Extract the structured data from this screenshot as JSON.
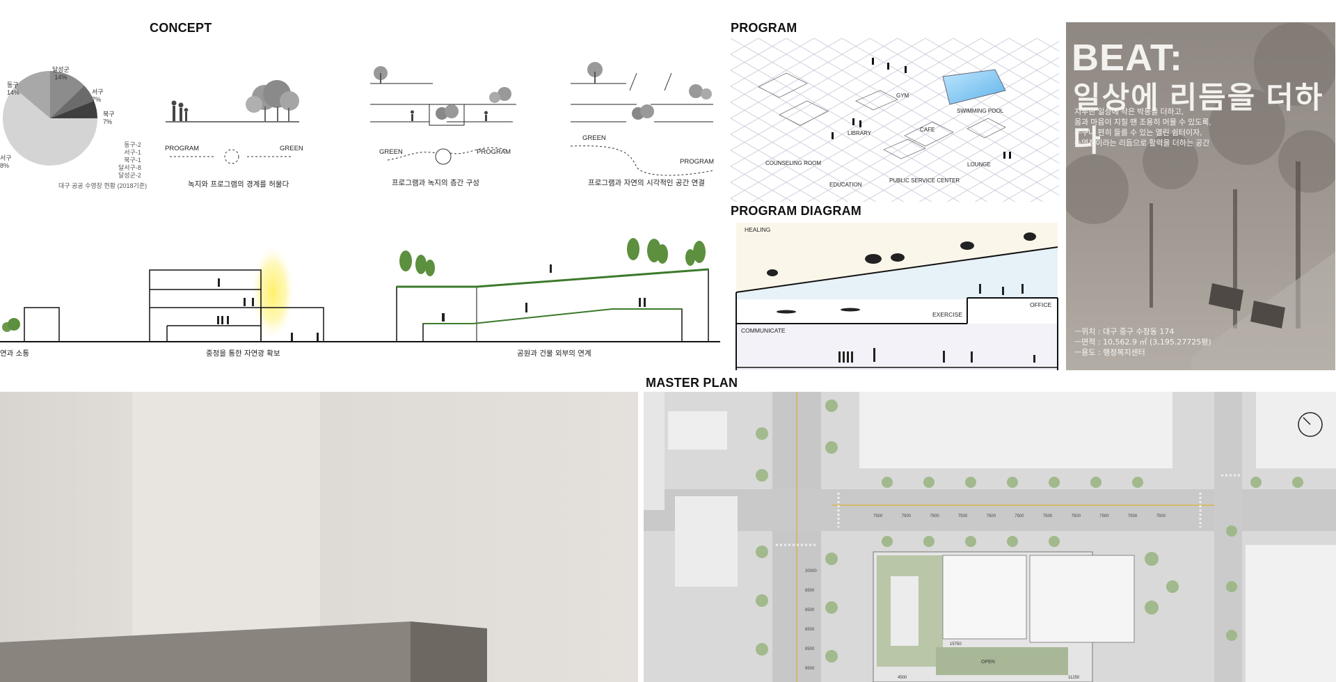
{
  "headings": {
    "concept": "CONCEPT",
    "program": "PROGRAM",
    "program_diagram": "PROGRAM DIAGRAM",
    "master_plan": "MASTER PLAN"
  },
  "pie": {
    "labels": [
      "달성군\n14%",
      "동구\n14%",
      "서구\n7%",
      "북구\n7%",
      "서구\n8%"
    ],
    "legend": [
      "동구-2",
      "서구-1",
      "북구-1",
      "달서구-8",
      "달성군-2"
    ],
    "source": "대구 공공 수영장 현황 (2018기준)",
    "colors": [
      "#8c8c8c",
      "#a8a8a8",
      "#6b6b6b",
      "#3f3f3f",
      "#d4d4d4"
    ]
  },
  "concept": {
    "d1": {
      "left": "PROGRAM",
      "right": "GREEN",
      "caption": "녹지와 프로그램의 경계를 허물다"
    },
    "d2": {
      "left": "GREEN",
      "right": "PROGRAM",
      "caption": "프로그램과 녹지의 층간 구성"
    },
    "d3": {
      "left": "GREEN",
      "right": "PROGRAM",
      "caption": "프로그램과 자연의 시각적인 공간 연결"
    }
  },
  "sections": {
    "s0_caption": "연과 소통",
    "s1_caption": "중정을 통한 자연광 확보",
    "s2_caption": "공원과 건물 외부의 연계"
  },
  "program_labels": [
    "GYM",
    "SWIMMING POOL",
    "LIBRARY",
    "CAFE",
    "COUNSELING ROOM",
    "LOUNGE",
    "EDUCATION",
    "PUBLIC SERVICE CENTER"
  ],
  "program_diagram": {
    "healing": "HEALING",
    "exercise": "EXERCISE",
    "office": "OFFICE",
    "communicate": "COMMUNICATE"
  },
  "beat": {
    "title": "BEAT:",
    "subtitle": "일상에 리듬을 더하다",
    "desc": "지루한 일상에 작은 박동을 더하고,\n몸과 마음이 지칠 땐 조용히 머물 수 있도록,\n누구나 편히 들를 수 있는 열린 쉼터이자,\n수영장이라는 리듬으로 활력을 더하는 공간",
    "info": [
      "ㅡ위치 : 대구 중구 수창동 174",
      "ㅡ면적 : 10,562.9 ㎡ (3,195.27725평)",
      "ㅡ용도 : 행정복지센터"
    ]
  },
  "master_plan": {
    "dims_top": [
      "7500",
      "7500",
      "7500",
      "7500",
      "7500",
      "7500",
      "7500",
      "7500",
      "7500",
      "7500",
      "7500"
    ],
    "dims_left": [
      "20000",
      "8500",
      "8500",
      "8500",
      "8500",
      "8500"
    ],
    "labels": [
      "OPEN",
      "15750",
      "4500",
      "11250"
    ]
  }
}
